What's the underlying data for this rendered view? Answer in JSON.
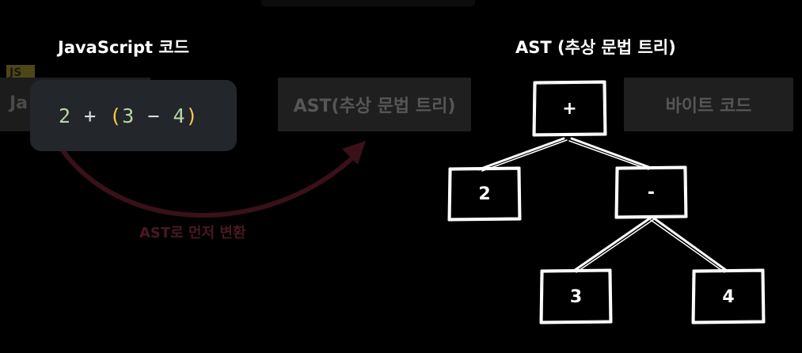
{
  "background": {
    "top_label": "",
    "js_badge": "JS",
    "left_card_text": "Ja",
    "ast_card": "AST(추상 문법 트리)",
    "bytecode_card": "바이트 코드",
    "transform_label": "AST로 먼저 변환"
  },
  "left_heading": "JavaScript 코드",
  "right_heading": "AST (추상 문법 트리)",
  "code": {
    "tokens": [
      {
        "text": "2",
        "kind": "num"
      },
      {
        "text": " + ",
        "kind": "op"
      },
      {
        "text": "(",
        "kind": "par"
      },
      {
        "text": "3",
        "kind": "num"
      },
      {
        "text": " − ",
        "kind": "op"
      },
      {
        "text": "4",
        "kind": "num"
      },
      {
        "text": ")",
        "kind": "par"
      }
    ]
  },
  "tree": {
    "nodes": {
      "root": "+",
      "left": "2",
      "minus": "-",
      "three": "3",
      "four": "4"
    }
  },
  "colors": {
    "background": "#000000",
    "code_panel": "#23262a",
    "number": "#b7d7a7",
    "paren": "#f2c94c",
    "arrow": "#3a1019",
    "chalk": "#ffffff"
  }
}
